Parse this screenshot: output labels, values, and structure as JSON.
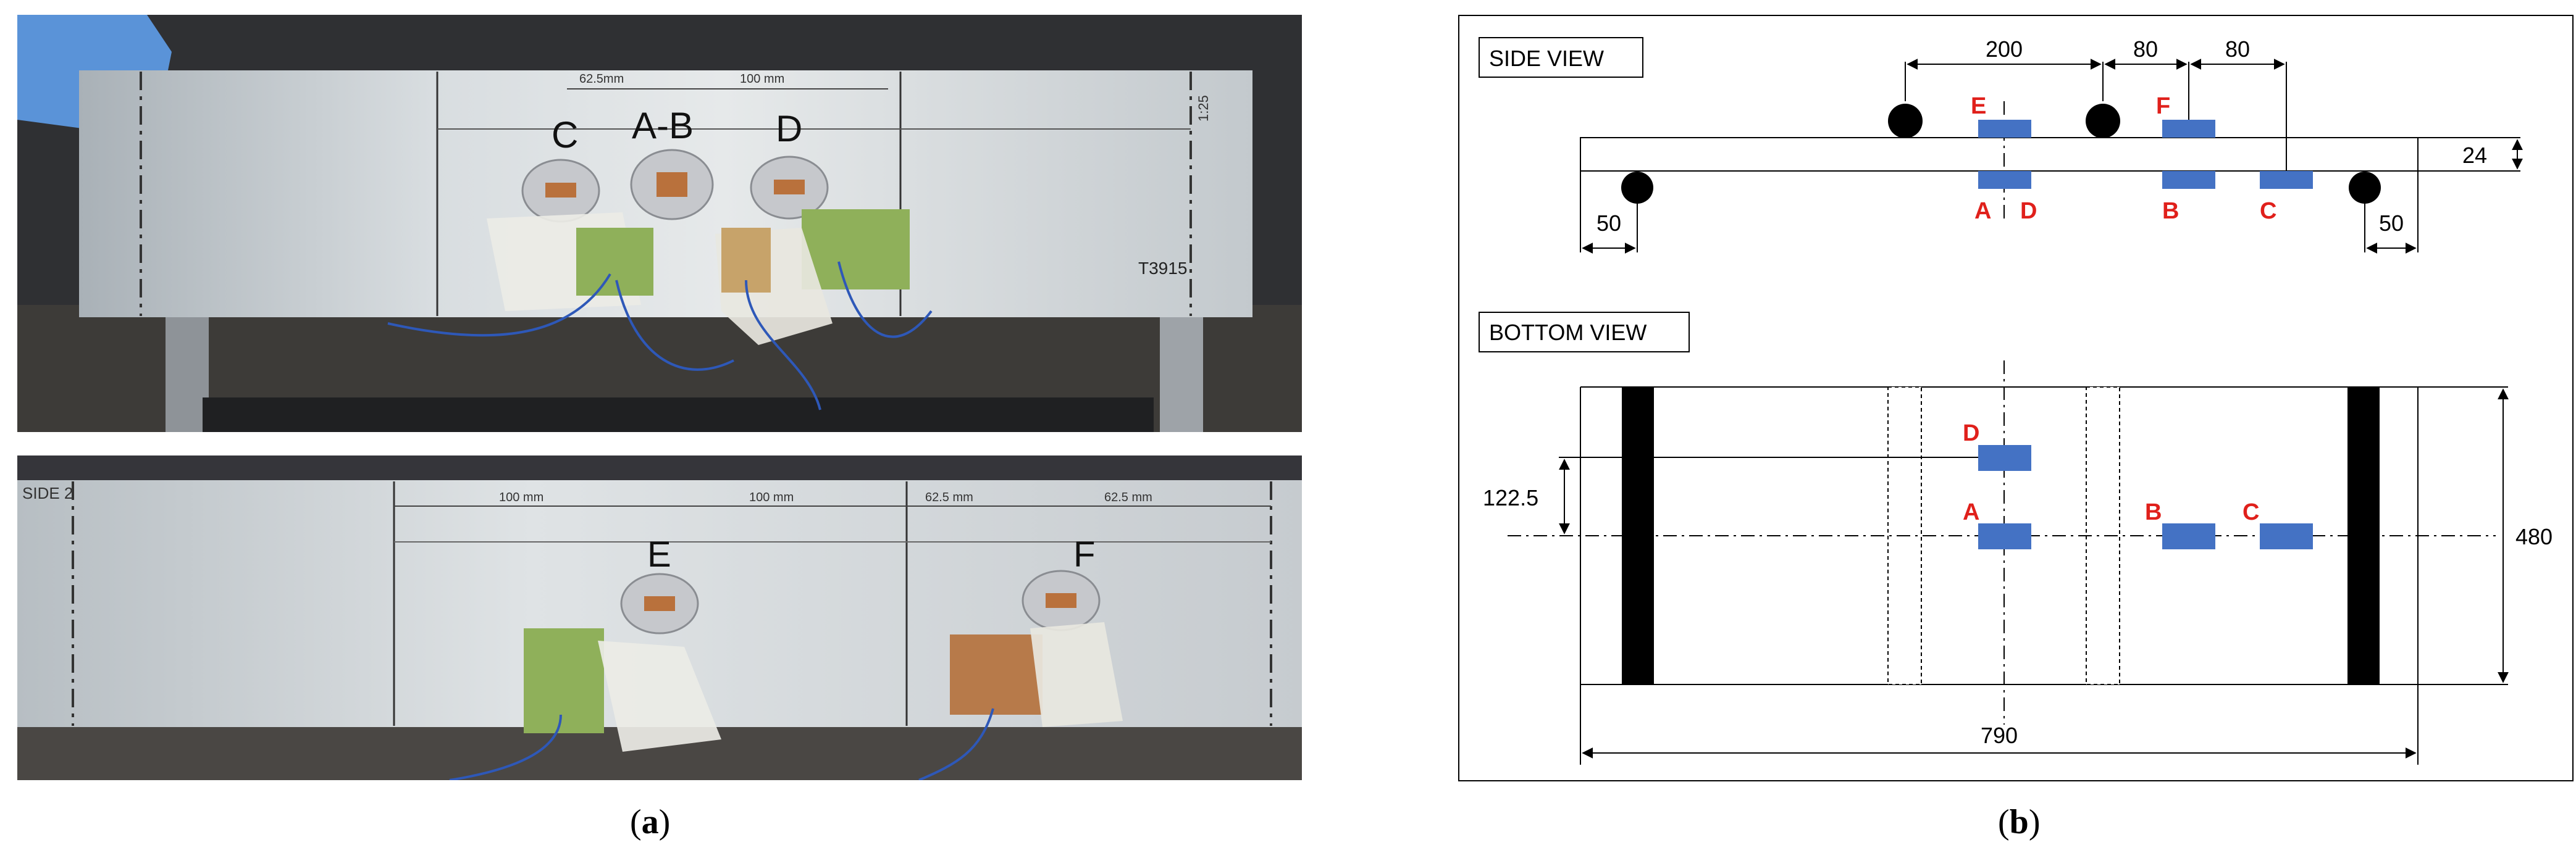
{
  "captions": {
    "left_label": "a",
    "right_label": "b"
  },
  "photo_top": {
    "labels": {
      "c": "C",
      "ab": "A-B",
      "d": "D"
    },
    "dims": {
      "d1": "62.5mm",
      "d2": "100 mm"
    },
    "id_mark": "T3915",
    "side_mark": "1:25"
  },
  "photo_bottom": {
    "labels": {
      "e": "E",
      "f": "F"
    },
    "side_mark": "SIDE 2",
    "dims": {
      "d1": "100 mm",
      "d2": "100 mm",
      "d3": "62.5 mm",
      "d4": "62.5 mm"
    }
  },
  "side_view": {
    "title": "SIDE VIEW",
    "dims": {
      "d200": "200",
      "d80a": "80",
      "d80b": "80",
      "d24": "24",
      "d50l": "50",
      "d50r": "50"
    },
    "gauges": {
      "a": "A",
      "b": "B",
      "c": "C",
      "d": "D",
      "e": "E",
      "f": "F"
    }
  },
  "bottom_view": {
    "title": "BOTTOM VIEW",
    "dims": {
      "d1225": "122.5",
      "d480": "480",
      "d790": "790"
    },
    "gauges": {
      "a": "A",
      "b": "B",
      "c": "C",
      "d": "D"
    }
  },
  "colors": {
    "gauge_blue": "#4472c4",
    "label_red": "#e0201b",
    "line": "#000000"
  }
}
